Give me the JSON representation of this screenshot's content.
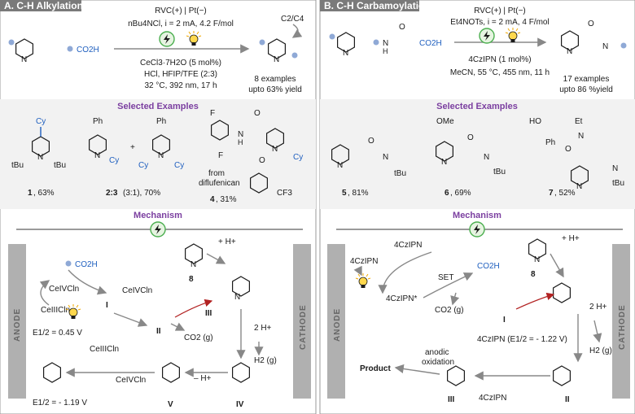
{
  "panelA": {
    "header": "A. C-H Alkylation",
    "conditions": [
      "RVC(+) | Pt(−)",
      "nBu4NCl, i = 2 mA, 4.2 F/mol",
      "CeCl3·7H2O (5 mol%)",
      "HCl, HFIP/TFE (2:3)",
      "32 °C, 392 nm, 17 h"
    ],
    "acid": "CO2H",
    "position": "C2/C4",
    "summary": [
      "8 examples",
      "upto 63% yield"
    ],
    "selected_title": "Selected Examples",
    "examples": [
      {
        "sub": "Cy",
        "sub2": "tBu",
        "sub3": "tBu",
        "num": "1",
        "yield": ", 63%"
      },
      {
        "sub": "Ph",
        "sub2": "Cy",
        "num": "2:3",
        "ratio": " (3:1), 70%",
        "plus": "+"
      },
      {
        "sub": "Ph",
        "sub2": "Cy",
        "sub3": "Cy"
      },
      {
        "sub": "F",
        "sub2": "F",
        "sub3": "Cy",
        "nh": "N",
        "h": "H",
        "o": "O",
        "o2": "O",
        "cf3": "CF3",
        "num": "4",
        "yield": ", 31%",
        "from": [
          "from",
          "diflufenican"
        ]
      }
    ],
    "mechanism_title": "Mechanism",
    "electrodes": {
      "anode": "ANODE",
      "cathode": "CATHODE"
    },
    "mech": {
      "acid": "CO2H",
      "ce4": "CeIVCln",
      "ce3": "CeIIICln",
      "e12": "E1/2 = 0.45 V",
      "intI": "I",
      "intII": "II",
      "intIII": "III",
      "intIV": "IV",
      "intV": "V",
      "num8": "8",
      "hplus": "+ H+",
      "two_h": "2 H+",
      "h2": "H2 (g)",
      "co2": "CO2 (g)",
      "minus_h": "– H+",
      "ce3b": "CeIIICln",
      "ce4b": "CeIVCln",
      "e12b": "E1/2 = - 1.19 V"
    }
  },
  "panelB": {
    "header": "B. C-H Carbamoylation",
    "conditions": [
      "RVC(+) | Pt(−)",
      "Et4NOTs, i = 2 mA, 4 F/mol",
      "4CzIPN (1 mol%)",
      "MeCN, 55 °C, 455 nm, 11 h"
    ],
    "summary": [
      "17 examples",
      "upto 86 %yield"
    ],
    "selected_title": "Selected Examples",
    "examples": [
      {
        "num": "5",
        "yield": ", 81%",
        "tbu": "tBu"
      },
      {
        "num": "6",
        "yield": ", 69%",
        "ome": "OMe",
        "tbu": "tBu"
      },
      {
        "num": "7",
        "yield": ", 52%",
        "ho": "HO",
        "et": "Et",
        "ph": "Ph",
        "tbu": "tBu"
      }
    ],
    "mechanism_title": "Mechanism",
    "electrodes": {
      "anode": "ANODE",
      "cathode": "CATHODE"
    },
    "mech": {
      "cz_rad_anion": "4CzIPN",
      "cz": "4CzIPN",
      "cz_star": "4CzIPN*",
      "set": "SET",
      "co2": "CO2 (g)",
      "intI": "I",
      "num8": "8",
      "hplus": "+ H+",
      "two_h": "2 H+",
      "h2": "H2 (g)",
      "cz_e": "4CzIPN (E1/2 = - 1.22 V)",
      "anodic": [
        "anodic",
        "oxidation"
      ],
      "product": "Product",
      "intIII": "III",
      "intII": "II",
      "cz_anion2": "4CzIPN"
    }
  },
  "colors": {
    "header_bg": "#7a7a7a",
    "panel_bg": "#f2f2f2",
    "accent": "#1f5fbf",
    "purple": "#7b3fa0",
    "bolt": "#4caf50"
  }
}
